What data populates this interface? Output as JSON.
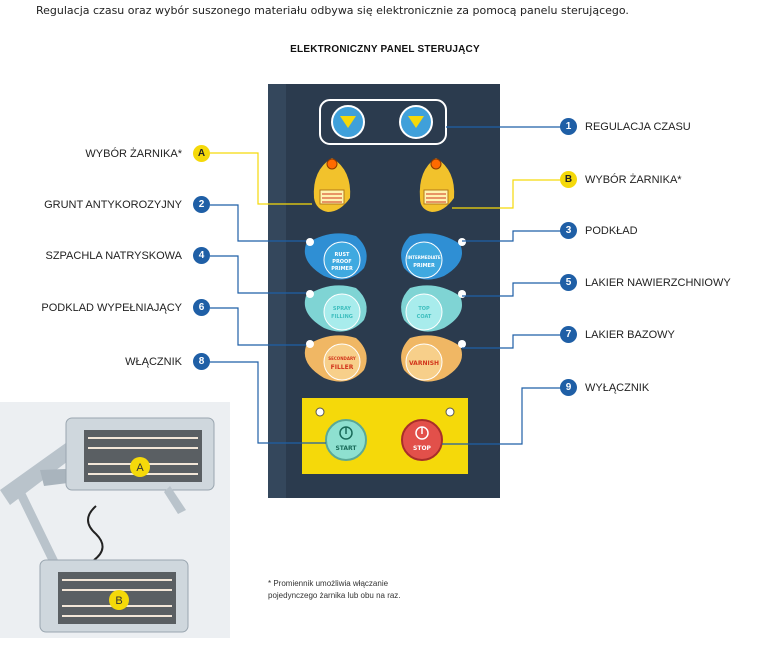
{
  "intro": "Regulacja czasu oraz wybór suszonego materiału odbywa się elektronicznie za pomocą panelu sterującego.",
  "title": "ELEKTRONICZNY PANEL STERUJĄCY",
  "callouts": {
    "c1": {
      "badge": "1",
      "label": "REGULACJA CZASU"
    },
    "cA": {
      "badge": "A",
      "label": "WYBÓR ŻARNIKA*"
    },
    "cB": {
      "badge": "B",
      "label": "WYBÓR ŻARNIKA*"
    },
    "c2": {
      "badge": "2",
      "label": "GRUNT ANTYKOROZYJNY"
    },
    "c3": {
      "badge": "3",
      "label": "PODKŁAD"
    },
    "c4": {
      "badge": "4",
      "label": "SZPACHLA NATRYSKOWA"
    },
    "c5": {
      "badge": "5",
      "label": "LAKIER NAWIERZCHNIOWY"
    },
    "c6": {
      "badge": "6",
      "label": "PODKLAD WYPEŁNIAJĄCY"
    },
    "c7": {
      "badge": "7",
      "label": "LAKIER BAZOWY"
    },
    "c8": {
      "badge": "8",
      "label": "WŁĄCZNIK"
    },
    "c9": {
      "badge": "9",
      "label": "WYŁĄCZNIK"
    }
  },
  "buttons": {
    "rust1": "RUST",
    "rust2": "PROOF",
    "rust3": "PRIMER",
    "int1": "INTERMEDIATE",
    "int2": "PRIMER",
    "sf1": "SPRAY",
    "sf2": "FILLING",
    "top1": "TOP",
    "top2": "COAT",
    "sec1": "SECONDARY",
    "sec2": "FILLER",
    "varnish": "VARNISH",
    "start": "START",
    "stop": "STOP"
  },
  "lamp_labels": {
    "a": "A",
    "b": "B"
  },
  "note_lines": [
    "* Promiennik umożliwia włączanie",
    "pojedynczego żarnika lub obu na raz."
  ],
  "colors": {
    "panel": "#2a3a4d",
    "blue": "#1f5fa6",
    "yellow": "#f5d90a",
    "cyan": "#3fa9e0",
    "mint": "#8fe0e0",
    "peach": "#f5c77a"
  }
}
